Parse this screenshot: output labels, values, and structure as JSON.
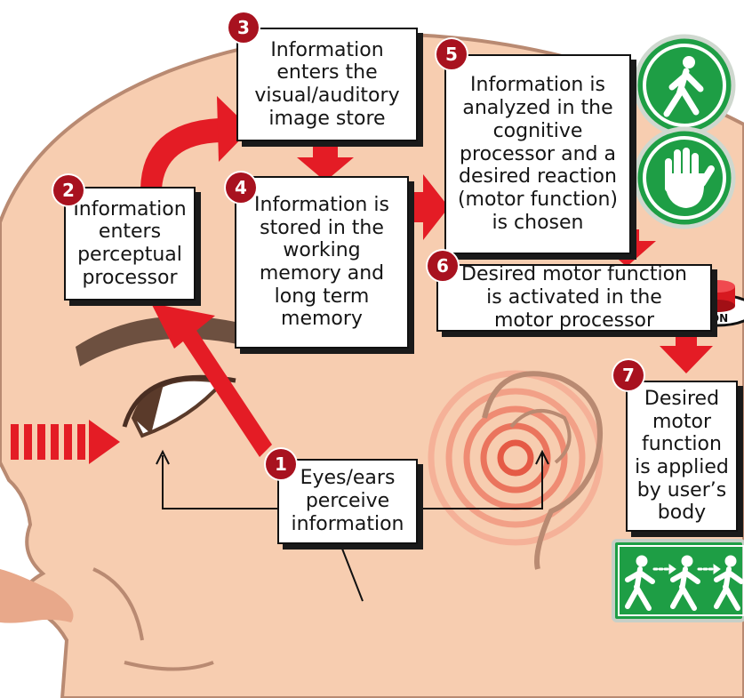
{
  "colors": {
    "skin": "#f7cdb0",
    "skin_outline": "#b98a72",
    "arrow_red": "#e41c25",
    "badge_red": "#a8121f",
    "box_shadow": "#1a1a1a",
    "sign_green": "#1e9e45",
    "brow": "#6d5040"
  },
  "icons": [
    "walk-sign-icon",
    "stop-hand-sign-icon",
    "on-button-icon",
    "people-walking-sign-icon",
    "ear-sound-waves-icon"
  ],
  "steps": [
    {
      "number": "1",
      "text": "Eyes/ears\nperceive\ninformation"
    },
    {
      "number": "2",
      "text": "Information\nenters\nperceptual\nprocessor"
    },
    {
      "number": "3",
      "text": "Information\nenters the\nvisual/auditory\nimage store"
    },
    {
      "number": "4",
      "text": "Information is\nstored in the\nworking\nmemory and\nlong term\nmemory"
    },
    {
      "number": "5",
      "text": "Information is\nanalyzed in the\ncognitive\nprocessor and a\ndesired reaction\n(motor function)\nis chosen"
    },
    {
      "number": "6",
      "text": "Desired motor function\nis activated in the\nmotor processor"
    },
    {
      "number": "7",
      "text": "Desired\nmotor\nfunction\nis applied\nby user’s\nbody"
    }
  ],
  "on_button_label": "ON"
}
